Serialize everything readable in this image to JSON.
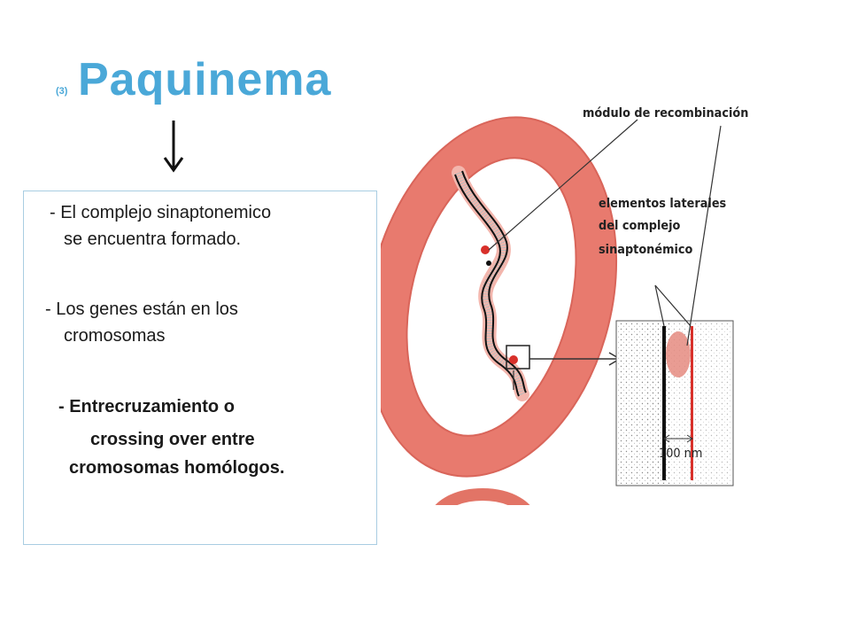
{
  "title": {
    "number": "(3)",
    "text": "Paquinema"
  },
  "bullets": {
    "b1_line1": "- El complejo sinaptonemico",
    "b1_line2": "se encuentra formado.",
    "b2_line1": "- Los genes están en los",
    "b2_line2": "cromosomas",
    "b3_line1": "- Entrecruzamiento o",
    "b3_line2": "crossing over entre",
    "b3_line3": "cromosomas homólogos."
  },
  "figure": {
    "label_recombination": "módulo de recombinación",
    "label_lateral_1": "elementos laterales",
    "label_lateral_2": "del complejo",
    "label_lateral_3": "sinaptonémico",
    "scale_label": "100 nm"
  },
  "colors": {
    "title": "#4aa8d8",
    "ring": "#e87a6e",
    "ring_dark": "#d9655a",
    "accent_red": "#d8302a",
    "border": "#a9cde2"
  }
}
